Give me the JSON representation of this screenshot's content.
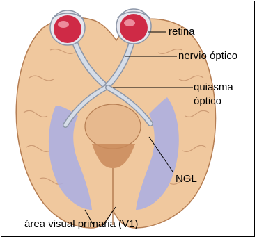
{
  "labels": {
    "retina": "retina",
    "optic_nerve": "nervio óptico",
    "chiasm_line1": "quiasma",
    "chiasm_line2": "óptico",
    "lgn": "NGL",
    "v1": "área visual primaria (V1)"
  },
  "colors": {
    "brain": "#f0c89e",
    "brain_shadow": "#d79f72",
    "brain_line": "#b57d52",
    "eye": "#cf2a46",
    "eye_highlight": "#f3a5b2",
    "eye_rim": "#e6e6ee",
    "nerve": "#d6dde8",
    "nerve_edge": "#8d97a8",
    "visual_pathway": "#a9aee4",
    "brainstem": "#e7b98e",
    "brainstem_shadow": "#c9895a",
    "leader_line": "#000000"
  }
}
